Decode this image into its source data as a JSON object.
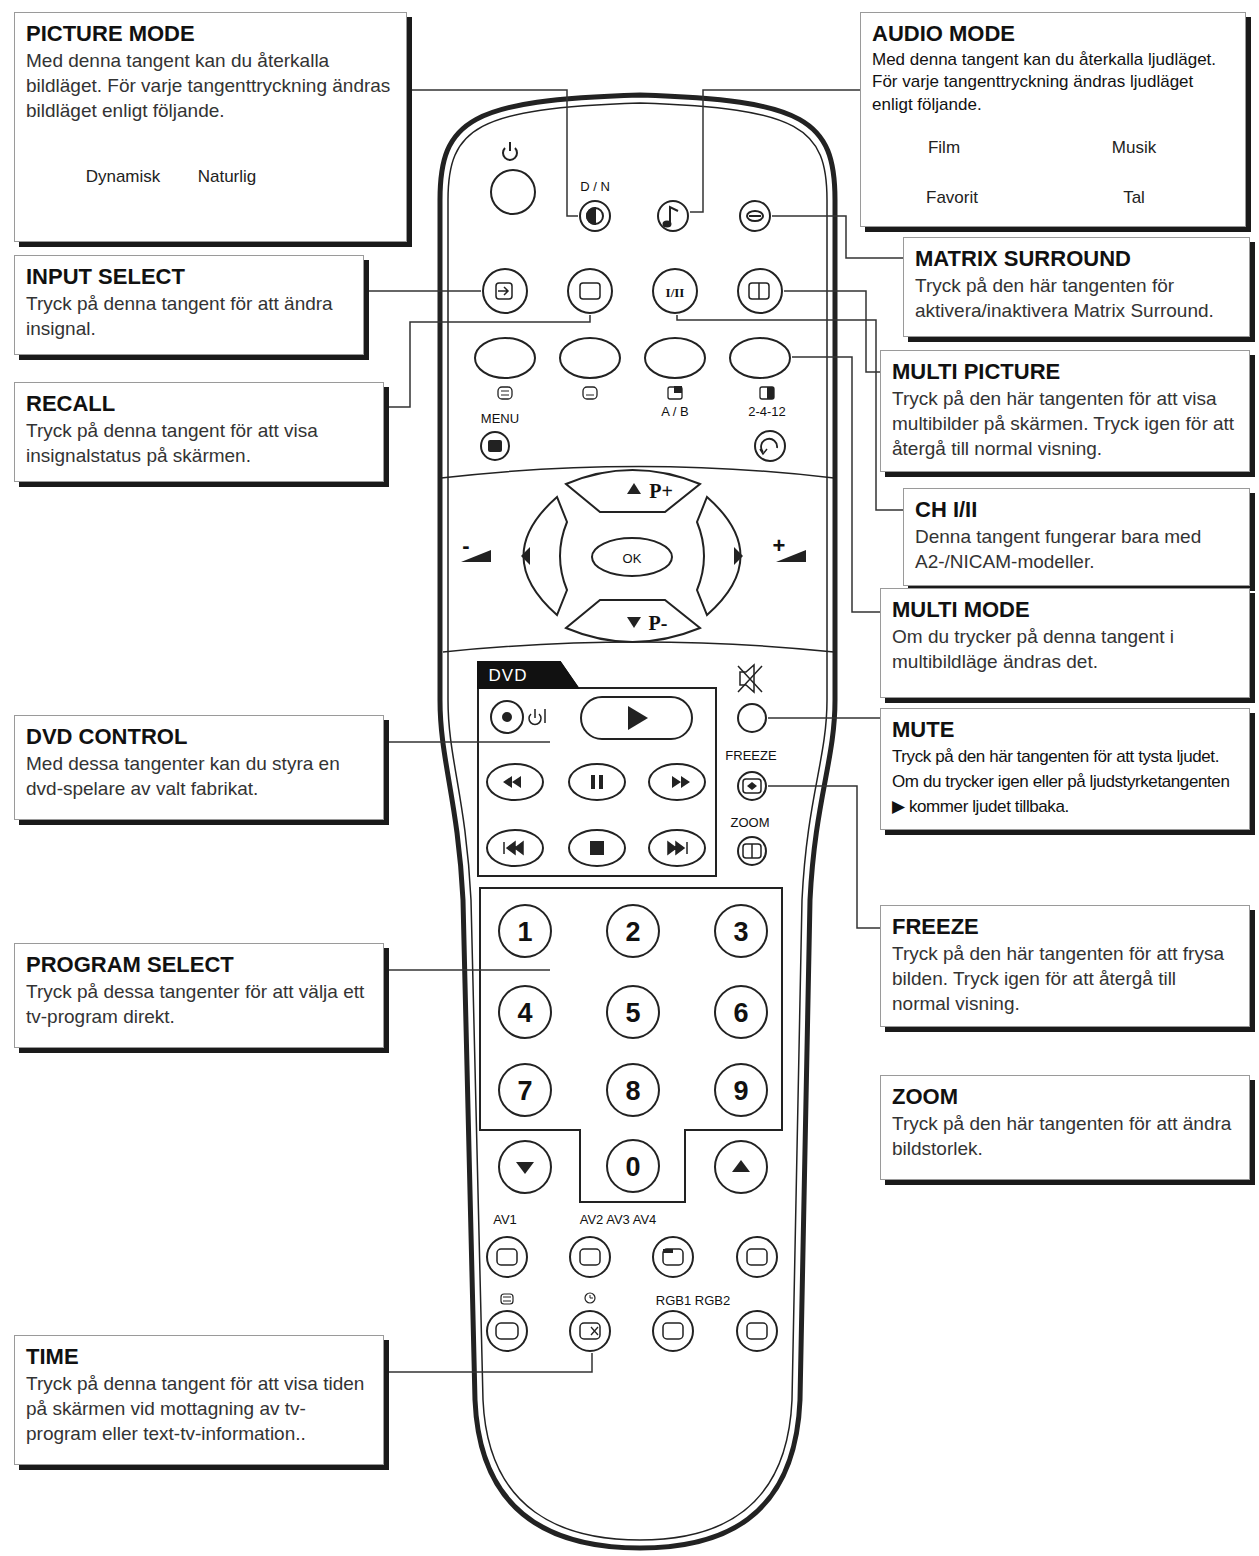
{
  "diagram": {
    "nodes": [
      {
        "text": [
          "PICTURE MODE",
          "Med denna tangent kan du återkalla bildläget. För varje tangenttryckning ändras bildläget enligt följande."
        ]
      },
      {
        "text": [
          "Dynamisk"
        ],
        "in": 0
      },
      {
        "text": [
          "Naturlig"
        ],
        "in": 0
      },
      {
        "text": [
          "AUDIO MODE",
          "Med denna tangent kan du återkalla ljudläget. För varje tangenttryckning ändras ljudläget enligt följande."
        ]
      },
      {
        "text": [
          "Film"
        ],
        "in": 3
      },
      {
        "text": [
          "Musik"
        ],
        "in": 3
      },
      {
        "text": [
          "Favorit"
        ],
        "in": 3
      },
      {
        "text": [
          "Tal"
        ],
        "in": 3
      },
      {
        "text": [
          "INPUT SELECT",
          "Tryck på denna tangent för att ändra insignal."
        ]
      },
      {
        "text": [
          "MATRIX SURROUND",
          "Tryck på den här tangenten för aktivera/inaktivera Matrix Surround."
        ]
      },
      {
        "text": [
          "RECALL",
          "Tryck på denna tangent för att visa insignalstatus på skärmen."
        ]
      },
      {
        "text": [
          "MULTI PICTURE",
          "Tryck på den här tangenten för att visa multibilder på skärmen. Tryck igen för att återgå till normal visning."
        ]
      },
      {
        "text": [
          "CH I/II",
          "Denna tangent fungerar bara med A2-/NICAM-modeller."
        ]
      },
      {
        "text": [
          "MULTI MODE",
          "Om du trycker på denna tangent i multibildläge ändras det."
        ]
      },
      {
        "text": [
          "DVD CONTROL",
          "Med dessa tangenter kan du styra en dvd-spelare av valt fabrikat."
        ]
      },
      {
        "text": [
          "MUTE",
          "Tryck på den här tangenten för att tysta ljudet. Om du trycker igen eller på ljudstyrketangenten ▶ kommer ljudet tillbaka."
        ]
      },
      {
        "text": [
          "FREEZE",
          "Tryck på den här tangenten för att frysa bilden. Tryck igen för att återgå till normal visning."
        ]
      },
      {
        "text": [
          "PROGRAM SELECT",
          "Tryck på dessa tangenter för att välja ett tv-program direkt."
        ]
      },
      {
        "text": [
          "ZOOM",
          "Tryck på den här tangenten för att ändra bildstorlek."
        ]
      },
      {
        "text": [
          "TIME",
          "Tryck på denna tangent för att visa tiden på skärmen vid mottagning av tv-program eller text-tv-information.."
        ]
      }
    ],
    "edges": [
      {
        "from": 1,
        "to": 2,
        "arrow": "to"
      },
      {
        "from": 2,
        "to": 1,
        "arrow": "to"
      },
      {
        "from": 4,
        "to": 5,
        "arrow": "to"
      },
      {
        "from": 5,
        "to": 7,
        "arrow": "to"
      },
      {
        "from": 7,
        "to": 6,
        "arrow": "to"
      },
      {
        "from": 6,
        "to": 4,
        "arrow": "to"
      }
    ],
    "labels": [
      "D / N",
      "I/II",
      "MENU",
      "A / B",
      "2-4-12",
      "P+",
      "OK",
      "P-",
      "-",
      "+",
      "DVD",
      "FREEZE",
      "ZOOM",
      "1",
      "2",
      "3",
      "4",
      "5",
      "6",
      "7",
      "8",
      "9",
      "0",
      "AV1",
      "AV2 AV3 AV4",
      "RGB1 RGB2"
    ]
  }
}
